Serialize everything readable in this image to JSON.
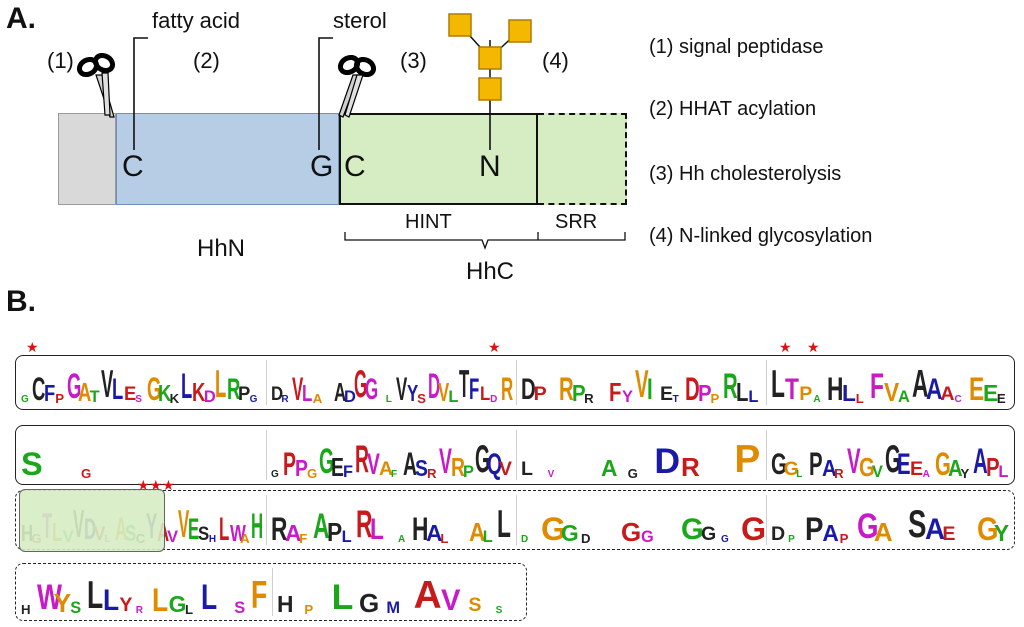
{
  "panel_a": {
    "label": "A.",
    "site_labels": {
      "fatty_acid": "fatty acid",
      "sterol": "sterol"
    },
    "region_numbers": [
      "(1)",
      "(2)",
      "(3)",
      "(4)"
    ],
    "residues": {
      "c1": "C",
      "g": "G",
      "c2": "C",
      "n": "N"
    },
    "domains": {
      "hhn": "HhN",
      "hint": "HINT",
      "srr": "SRR",
      "hhc": "HhC"
    },
    "legend": [
      "(1) signal peptidase",
      "(2) HHAT acylation",
      "(3) Hh cholesterolysis",
      "(4) N-linked glycosylation"
    ],
    "colors": {
      "signal": "#d9d9d9",
      "hhn": "#b7cde6",
      "hhc": "#d6edc4",
      "glycan": "#f5b800",
      "star": "#e01010"
    }
  },
  "panel_b": {
    "label": "B.",
    "rows": [
      {
        "style": "solid",
        "segments": [
          [
            "GCFPGATVLESGKKLKDLRPG",
            "#1aa81a"
          ],
          [
            "DRVLA ADGG LVYSDVLTFLDR",
            "#222222"
          ],
          [
            "DP RPR FYVIETDPPRLL",
            "#222222"
          ],
          [
            "LTPAHLLFVAAAACEEE",
            "#222222"
          ]
        ]
      },
      {
        "style": "solid",
        "segments": [
          [
            "S G",
            "#1aa81a"
          ],
          [
            "GPPGGEFRVAFASRVRPGQV",
            "#222222"
          ],
          [
            "LV AGDR P",
            "#222222"
          ],
          [
            "GGLPARVGVGEEAGAYAPL",
            "#222222"
          ]
        ]
      },
      {
        "style": "dashed",
        "segments": [
          [
            "HGTLVVDVLASCYAVVESHLWAH",
            "#222222"
          ],
          [
            "RAFAPLRL AHAL ALL",
            "#222222"
          ],
          [
            "DGGD GG GGGG",
            "#1aa81a"
          ],
          [
            "DPPAPGA SAE GY",
            "#222222"
          ]
        ]
      },
      {
        "style": "dashed",
        "segments": [
          [
            "HWYSLLYRLGLL SF",
            "#222222"
          ],
          [
            "HPLGMAVSS",
            "#222222"
          ]
        ]
      }
    ]
  }
}
